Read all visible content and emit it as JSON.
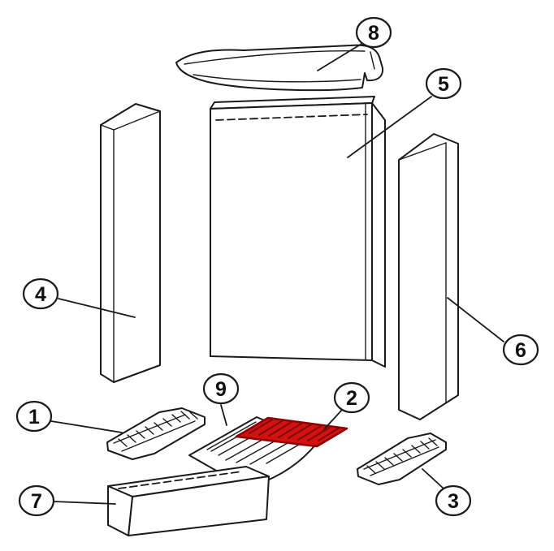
{
  "diagram": {
    "background_color": "#ffffff",
    "line_color": "#1a1a1a",
    "highlight_color": "#d41111",
    "highlight_rib_color": "#7a0a0a",
    "highlight_outline_color": "#8f0000",
    "callouts": [
      {
        "label": "1"
      },
      {
        "label": "2"
      },
      {
        "label": "3"
      },
      {
        "label": "4"
      },
      {
        "label": "5"
      },
      {
        "label": "6"
      },
      {
        "label": "7"
      },
      {
        "label": "8"
      },
      {
        "label": "9"
      }
    ]
  }
}
